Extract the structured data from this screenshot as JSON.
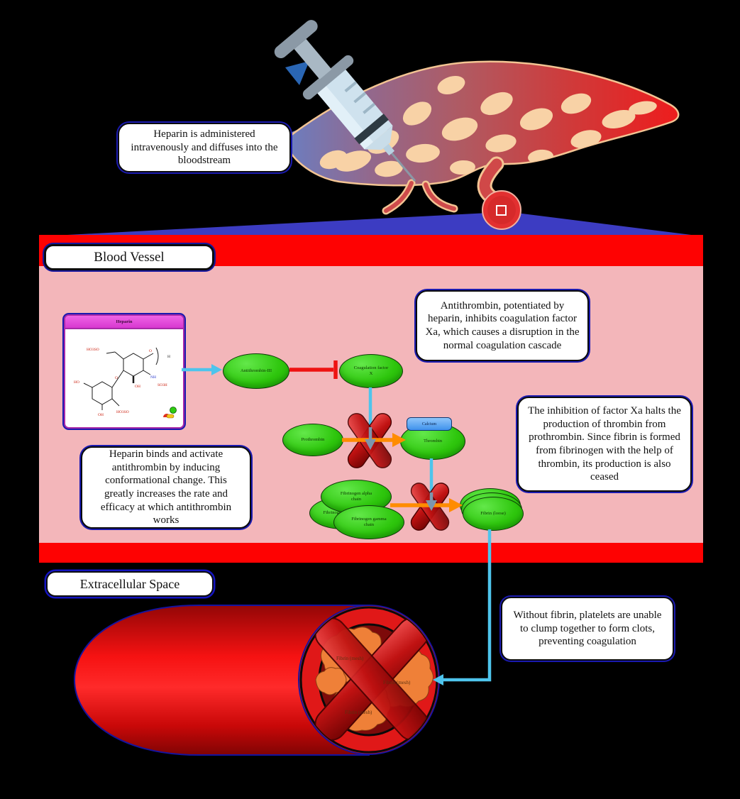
{
  "sections": {
    "blood_vessel": "Blood Vessel",
    "extracellular_space": "Extracellular Space"
  },
  "callouts": {
    "administered": "Heparin is administered intravenously and diffuses into the bloodstream",
    "antithrombin_potentiated": "Antithrombin, potentiated by heparin, inhibits coagulation factor Xa, which causes a disruption in the normal coagulation cascade",
    "heparin_binds": "Heparin binds and activate antithrombin by inducing conformational change. This greatly increases the rate and efficacy at which antithrombin works",
    "factor_xa_inhibition": "The inhibition of factor Xa halts the production of thrombin from prothrombin. Since fibrin is formed from fibrinogen with the help of thrombin, its production is also ceased",
    "without_fibrin": "Without fibrin, platelets are unable to clump together to form clots, preventing coagulation"
  },
  "nodes": {
    "antithrombin": "Antithrombin-III",
    "factor_x": "Coagulation factor X",
    "prothrombin": "Prothrombin",
    "thrombin": "Thrombin",
    "calcium": "Calcium",
    "fibrinogen_alpha": "Fibrinogen alpha chain",
    "fibrinogen_beta": "Fibrinogen beta chain",
    "fibrinogen_gamma": "Fibrinogen gamma chain",
    "fibrin_loose": "Fibrin (loose)",
    "fibrin_mesh": "Fibrin (mesh)"
  },
  "heparin_panel": {
    "title": "Heparin",
    "structure_labels": [
      "O",
      "HO3SO",
      "O",
      "H",
      "NH",
      "SO3H",
      "HO",
      "OH",
      "HO3SO",
      "OH"
    ]
  },
  "colors": {
    "accent_cyan": "#4ec4ec",
    "arrow_orange": "#ff8c00",
    "inhibit_red": "#ee1212",
    "node_green": "#2ec60d",
    "panel_pink": "#f3b6ba",
    "wall_red": "#fe0202",
    "calcium_blue": "#3f92ec",
    "heparin_header_magenta": "#d838d0",
    "clot_orange": "#ef8038",
    "wedge_blue": "#3c3cc2"
  }
}
